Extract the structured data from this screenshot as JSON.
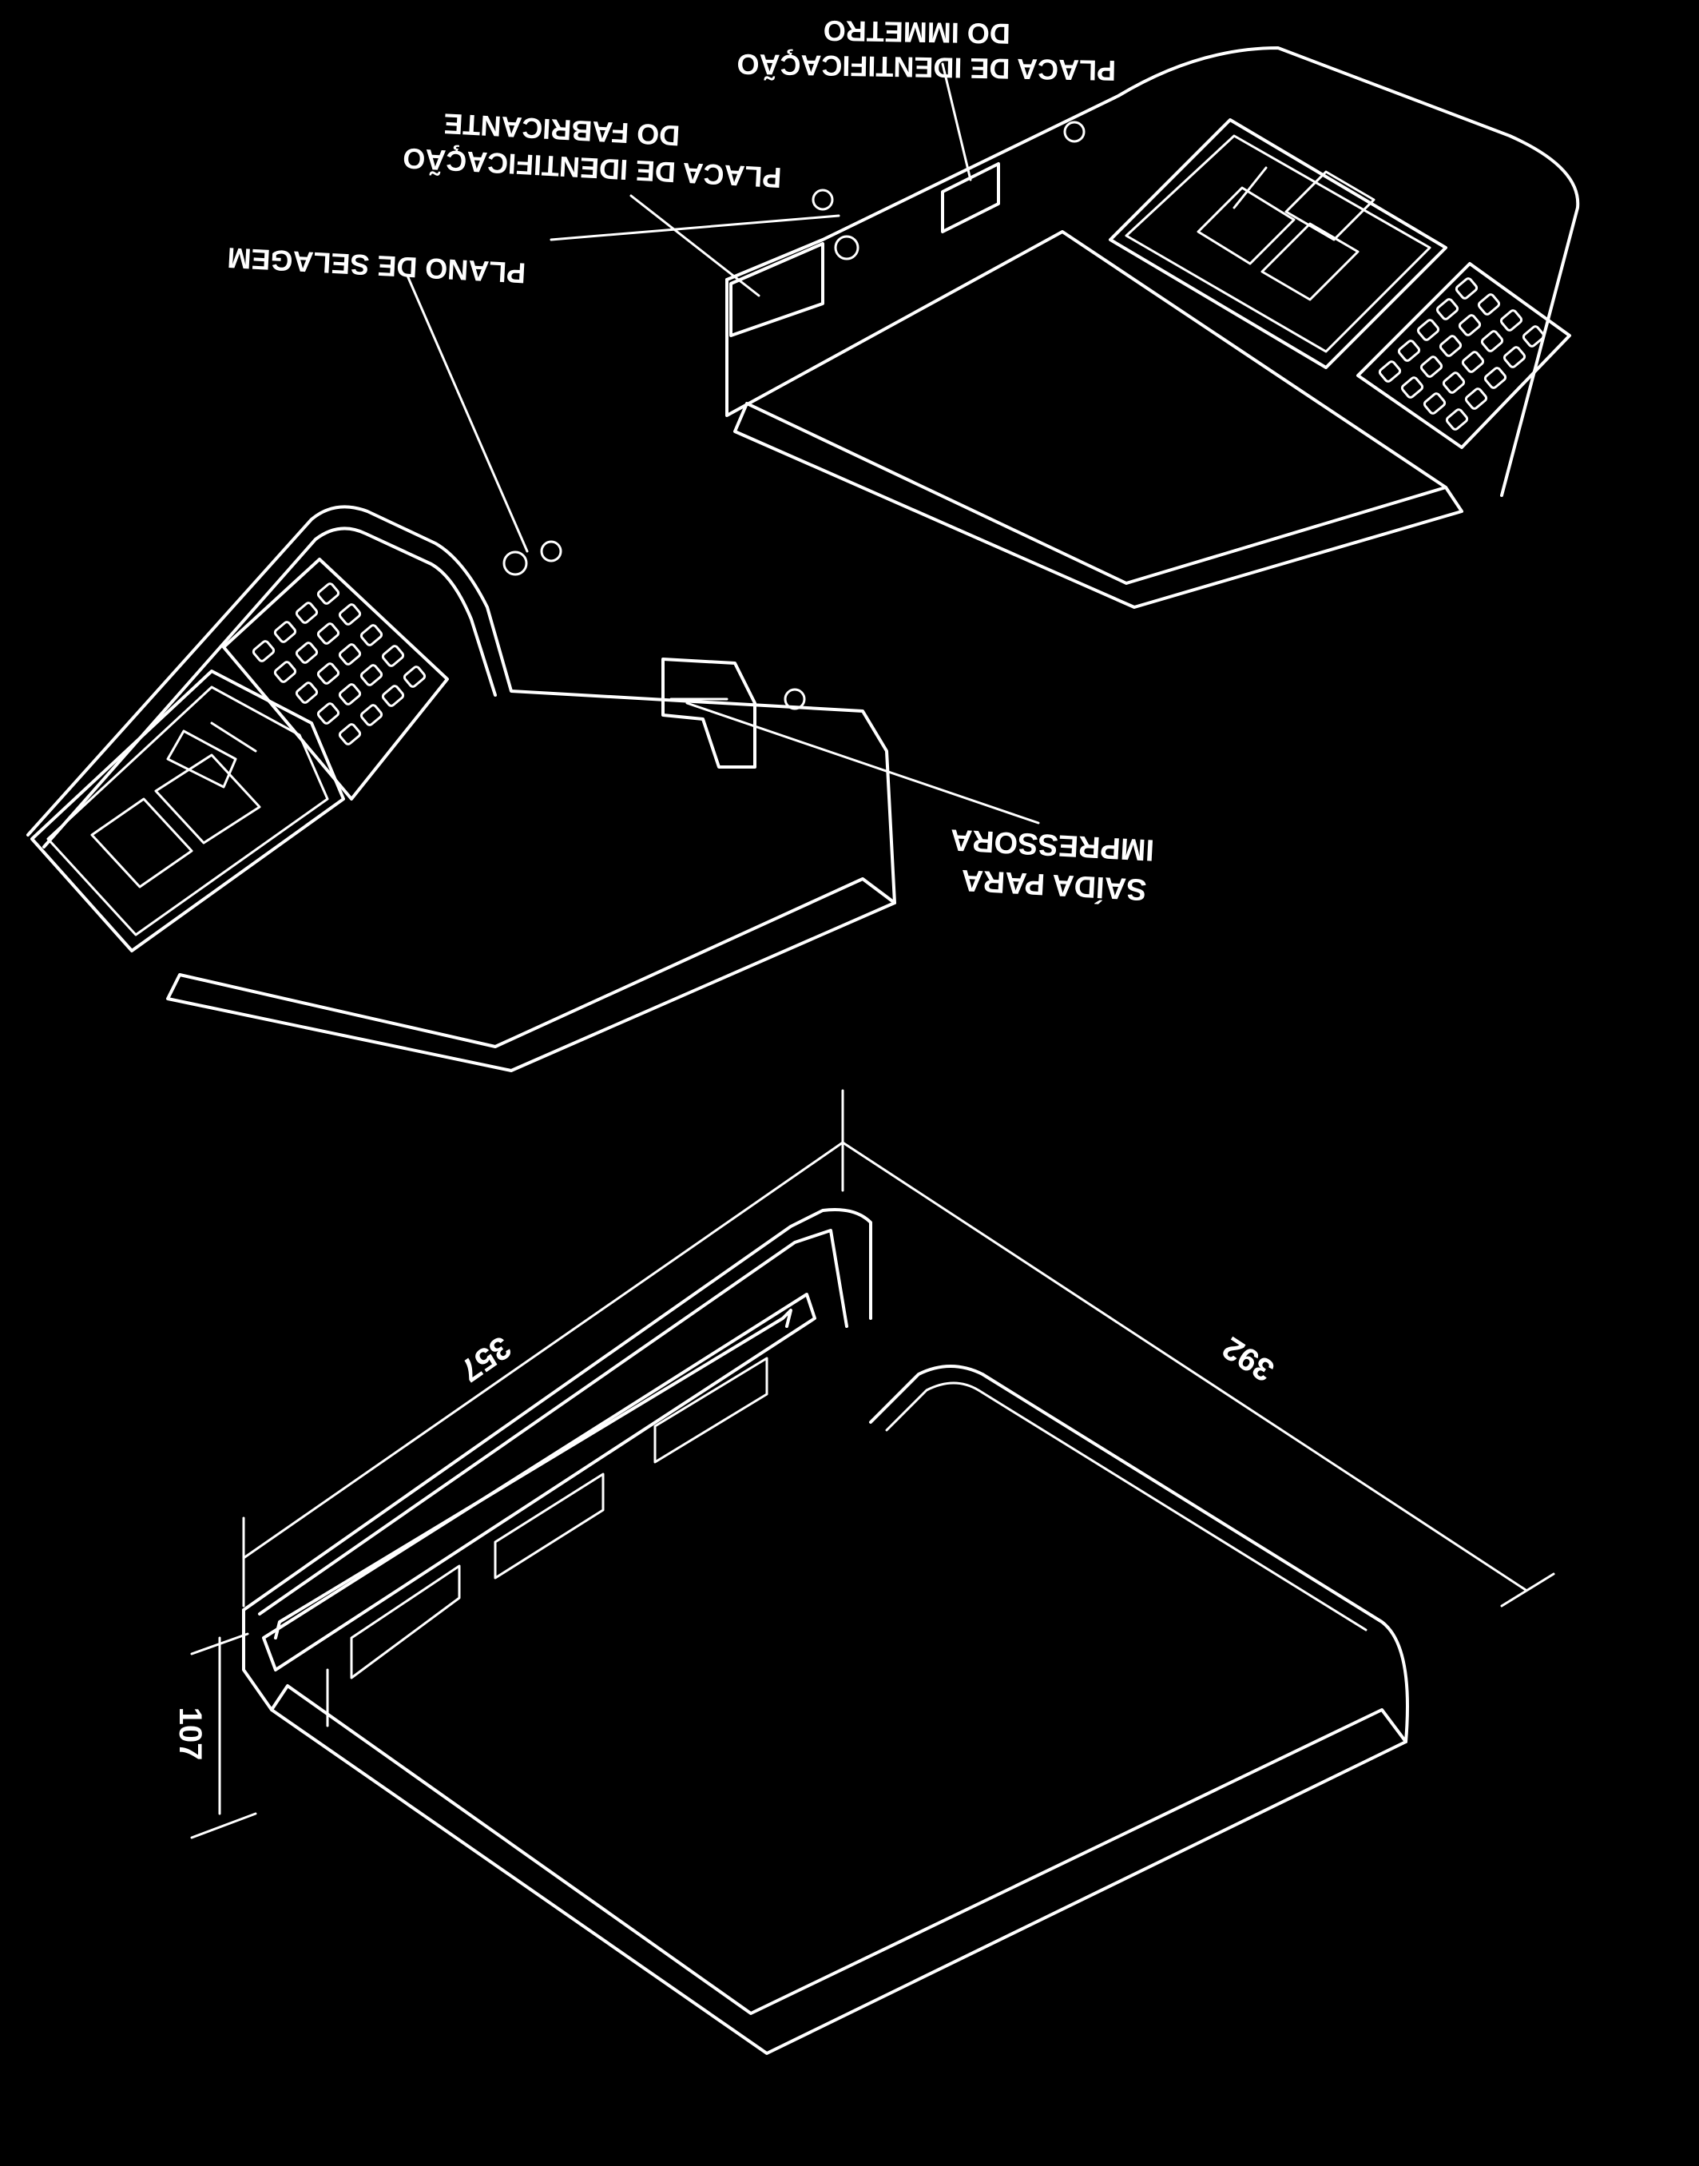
{
  "labels": {
    "plano_selagem": "PLANO DE SELAGEM",
    "placa_fabricante_line1": "PLACA DE IDENTIFICAÇÃO",
    "placa_fabricante_line2": "DO FABRICANTE",
    "placa_immetro_line1": "PLACA DE IDENTIFICAÇÃO",
    "placa_immetro_line2": "DO IMMETRO",
    "saida_line1": "SAÍDA PARA",
    "saida_line2": "IMPRESSORA"
  },
  "dimensions": {
    "depth": "357",
    "width": "392",
    "height": "107"
  },
  "colors": {
    "background": "#000000",
    "line": "#ffffff"
  }
}
